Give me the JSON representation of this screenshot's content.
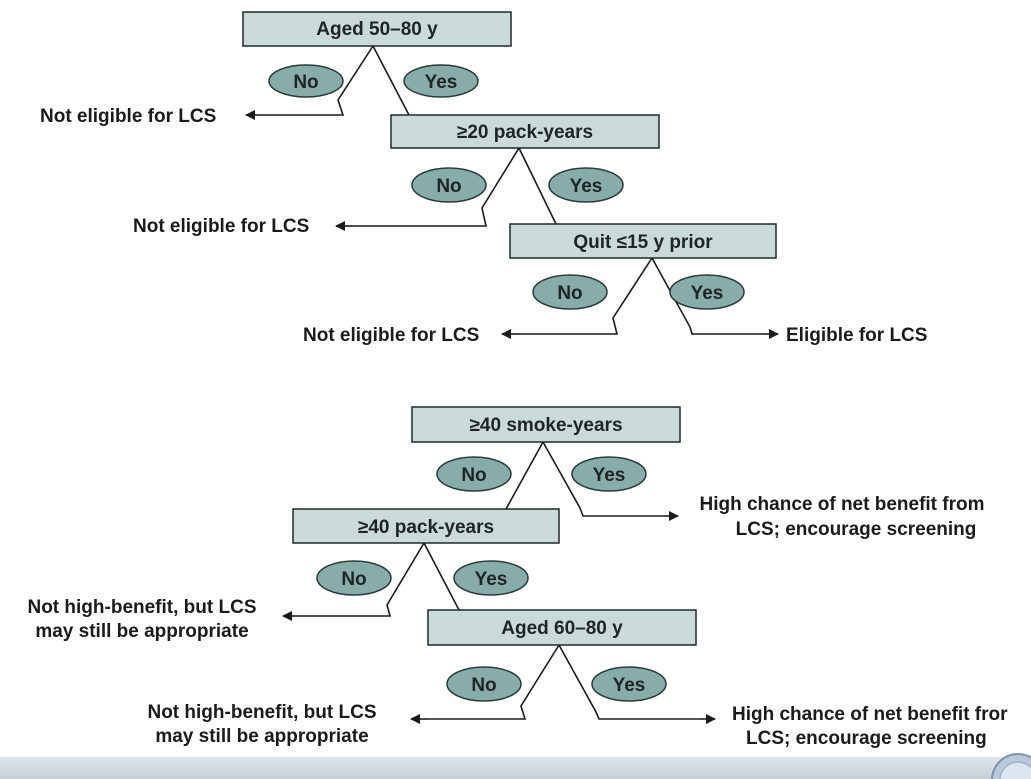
{
  "flowchart_1": {
    "nodes": {
      "age": "Aged 50–80 y",
      "packyears": "≥20 pack-years",
      "quit": "Quit ≤15 y prior"
    },
    "choices": {
      "no": "No",
      "yes": "Yes"
    },
    "outcomes": {
      "not_eligible": "Not eligible for LCS",
      "eligible": "Eligible for LCS"
    }
  },
  "flowchart_2": {
    "nodes": {
      "smokeyears": "≥40 smoke-years",
      "packyears40": "≥40 pack-years",
      "age60": "Aged 60–80 y"
    },
    "choices": {
      "no": "No",
      "yes": "Yes"
    },
    "outcomes": {
      "high_benefit_line1": "High chance of net benefit from",
      "high_benefit_line2": "LCS; encourage screening",
      "not_high_line1": "Not high-benefit, but LCS",
      "not_high_line2": "may still be appropriate",
      "high_benefit_cut_line1": "High chance of net benefit fror",
      "high_benefit_cut_line2": "LCS; encourage screening"
    }
  }
}
